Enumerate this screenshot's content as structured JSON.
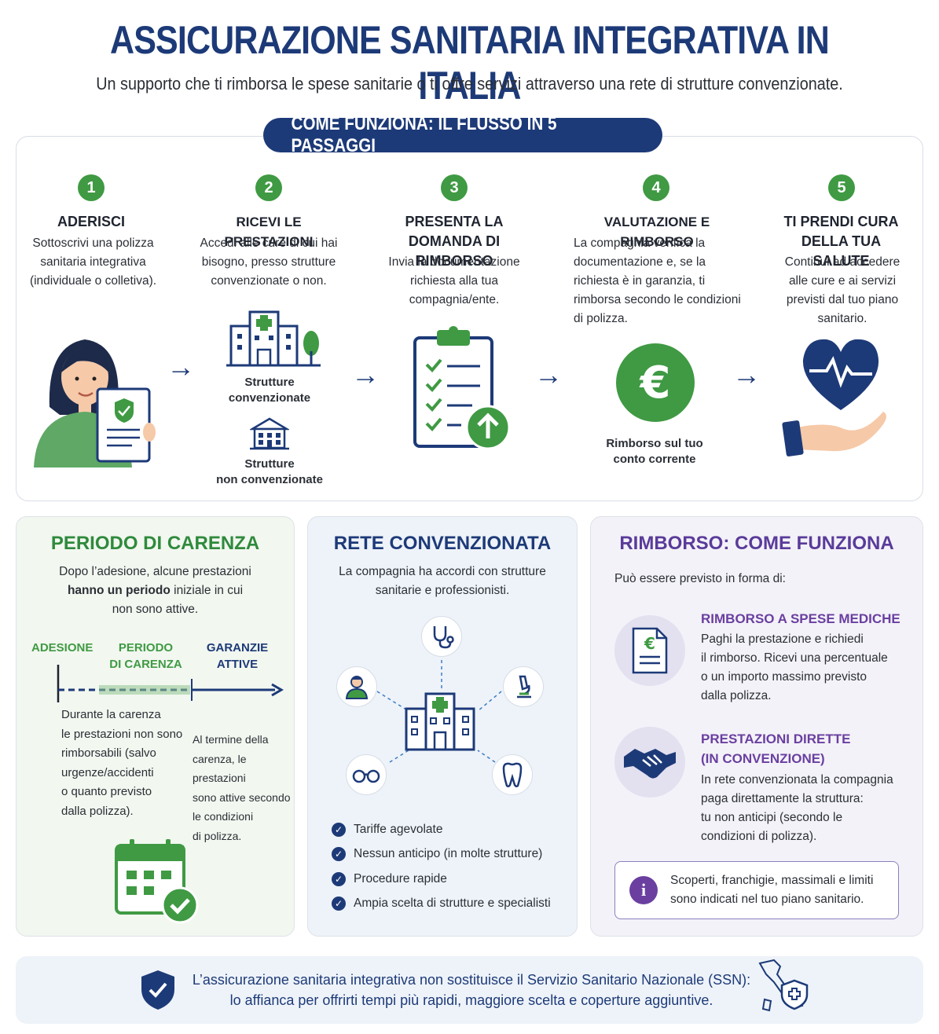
{
  "header": {
    "title": "ASSICURAZIONE SANITARIA INTEGRATIVA IN ITALIA",
    "subtitle": "Un supporto che ti rimborsa le spese sanitarie o ti offre servizi attraverso una rete di strutture convenzionate."
  },
  "flow": {
    "pill": "COME FUNZIONA: IL FLUSSO IN 5 PASSAGGI",
    "steps": [
      {
        "num": "1",
        "title": "ADERISCI",
        "text": "Sottoscrivi una polizza sanitaria integrativa (individuale o colletiva)."
      },
      {
        "num": "2",
        "title": "RICEVI LE PRESTAZIONI",
        "text": "Accedi alle cure di cui hai bisogno, presso strutture convenzionate o non."
      },
      {
        "num": "3",
        "title": "PRESENTA LA DOMANDA DI RIMBORSO",
        "text": "Invia la documentazione richiesta alla tua compagnia/ente."
      },
      {
        "num": "4",
        "title": "VALUTAZIONE E RIMBORSO",
        "text": "La compagnia verifica la documentazione e, se la richiesta è in garanzia, ti rimborsa secondo le condizioni di polizza."
      },
      {
        "num": "5",
        "title": "TI PRENDI CURA DELLA TUA SALUTE",
        "text": "Continui ad accedere alle cure e ai servizi previsti dal tuo piano sanitario."
      }
    ],
    "captions": {
      "strutture_conv": "Strutture convenzionate",
      "strutture_non_conv_1": "Strutture",
      "strutture_non_conv_2": "non convenzionate",
      "rimborso": "Rimborso sul tuo conto corrente"
    }
  },
  "carenza": {
    "title": "PERIODO DI CARENZA",
    "intro_1": "Dopo l’adesione, alcune prestazioni",
    "intro_2a": "hanno un periodo",
    "intro_2b": " iniziale in cui",
    "intro_3": "non sono attive.",
    "label_adesione": "ADESIONE",
    "label_periodo_1": "PERIODO",
    "label_periodo_2": "DI CARENZA",
    "label_garanzie_1": "GARANZIE",
    "label_garanzie_2": "ATTIVE",
    "left_note": [
      "Durante la carenza",
      "le prestazioni non sono",
      "rimborsabili (salvo",
      "urgenze/accidenti",
      "o quanto previsto",
      "dalla polizza)."
    ],
    "right_note": [
      "Al termine della",
      "carenza, le prestazioni",
      "sono attive secondo",
      "le condizioni",
      "di polizza."
    ]
  },
  "rete": {
    "title": "RETE CONVENZIONATA",
    "intro_1": "La compagnia ha accordi con strutture",
    "intro_2": "sanitarie e professionisti.",
    "items": [
      "Tariffe agevolate",
      "Nessun anticipo (in molte strutture)",
      "Procedure rapide",
      "Ampia scelta di strutture e specialisti"
    ]
  },
  "rimborso": {
    "title": "RIMBORSO: COME FUNZIONA",
    "intro": "Può essere previsto in forma di:",
    "opt1_title": "RIMBORSO A SPESE MEDICHE",
    "opt1_text": [
      "Paghi la prestazione e richiedi",
      "il rimborso. Ricevi una percentuale",
      "o un importo massimo previsto",
      "dalla polizza."
    ],
    "opt2_title_1": "PRESTAZIONI DIRETTE",
    "opt2_title_2": "(IN CONVENZIONE)",
    "opt2_text": [
      "In rete convenzionata la compagnia",
      "paga direttamente la struttura:",
      "tu non anticipi (secondo le",
      "condizioni di polizza)."
    ],
    "info_icon": "i",
    "info_1": "Scoperti, franchigie, massimali e limiti",
    "info_2": "sono indicati nel tuo piano sanitario."
  },
  "footer": {
    "line1": "L’assicurazione sanitaria integrativa non sostituisce il Servizio Sanitario Nazionale (SSN):",
    "line2": "lo affianca per offrirti tempi più rapidi, maggiore scelta e coperture aggiuntive."
  },
  "colors": {
    "navy": "#1d3a78",
    "green": "#3f9a43",
    "purple": "#6a3fa0"
  }
}
